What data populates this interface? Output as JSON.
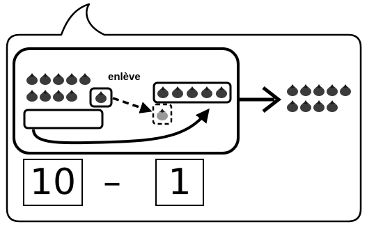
{
  "diagram": {
    "action_label": "enlève",
    "left_top_row_count": 5,
    "left_bottom_row_count": 4,
    "removed_count": 1,
    "middle_row_count": 5,
    "result_top_row_count": 5,
    "result_bottom_row_count": 4
  },
  "equation": {
    "minuend": "10",
    "operator": "–",
    "subtrahend": "1"
  },
  "colors": {
    "tomato": "#3b3b3b",
    "tomato_faded": "#9a9a9a",
    "outline": "#000000"
  },
  "icons": {
    "item": "tomato-icon"
  }
}
